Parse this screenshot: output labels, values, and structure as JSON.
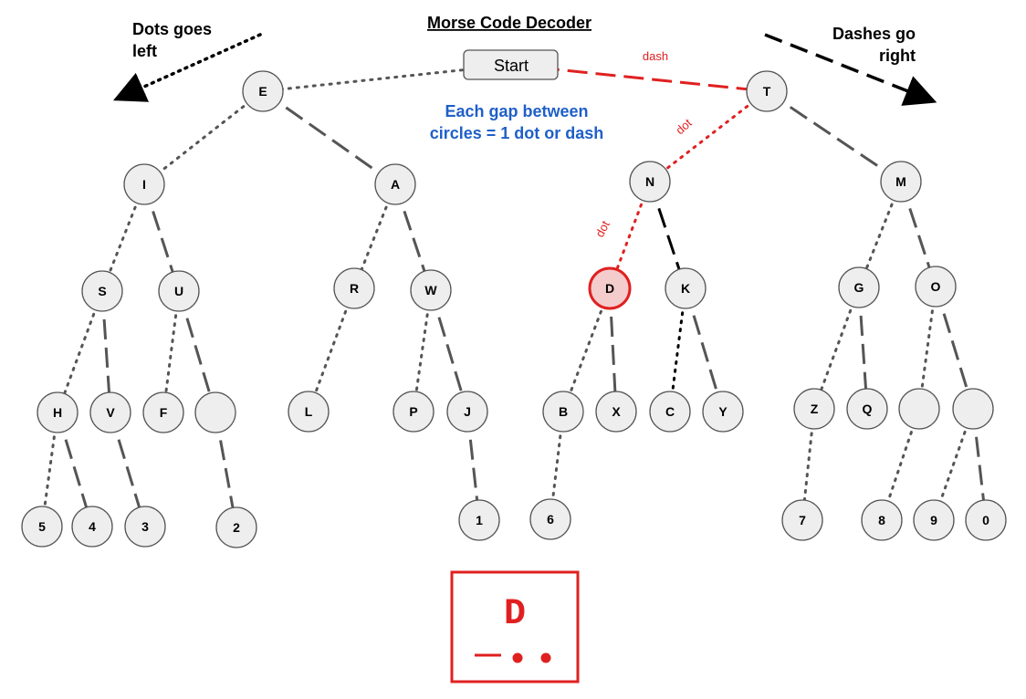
{
  "title": "Morse Code Decoder",
  "start_label": "Start",
  "note_lines": [
    "Each gap between",
    "circles = 1 dot or dash"
  ],
  "dots_note_lines": [
    "Dots goes",
    "left"
  ],
  "dashes_note_lines": [
    "Dashes go",
    "right"
  ],
  "edge_labels": {
    "dash": "dash",
    "dot1": "dot",
    "dot2": "dot"
  },
  "colors": {
    "highlight": "#e02020",
    "note": "#1f5fc8",
    "edge": "#555555",
    "node_fill": "#eeeeee"
  },
  "nodes": [
    {
      "id": "E",
      "label": "E"
    },
    {
      "id": "T",
      "label": "T"
    },
    {
      "id": "I",
      "label": "I"
    },
    {
      "id": "A",
      "label": "A"
    },
    {
      "id": "N",
      "label": "N"
    },
    {
      "id": "M",
      "label": "M"
    },
    {
      "id": "S",
      "label": "S"
    },
    {
      "id": "U",
      "label": "U"
    },
    {
      "id": "R",
      "label": "R"
    },
    {
      "id": "W",
      "label": "W"
    },
    {
      "id": "D",
      "label": "D",
      "highlight": true
    },
    {
      "id": "K",
      "label": "K"
    },
    {
      "id": "G",
      "label": "G"
    },
    {
      "id": "O",
      "label": "O"
    },
    {
      "id": "H",
      "label": "H"
    },
    {
      "id": "V",
      "label": "V"
    },
    {
      "id": "F",
      "label": "F"
    },
    {
      "id": "UE",
      "label": ""
    },
    {
      "id": "L",
      "label": "L"
    },
    {
      "id": "P",
      "label": "P"
    },
    {
      "id": "J",
      "label": "J"
    },
    {
      "id": "B",
      "label": "B"
    },
    {
      "id": "X",
      "label": "X"
    },
    {
      "id": "C",
      "label": "C"
    },
    {
      "id": "Y",
      "label": "Y"
    },
    {
      "id": "Z",
      "label": "Z"
    },
    {
      "id": "Q",
      "label": "Q"
    },
    {
      "id": "OE1",
      "label": ""
    },
    {
      "id": "OE2",
      "label": ""
    },
    {
      "id": "5",
      "label": "5"
    },
    {
      "id": "4",
      "label": "4"
    },
    {
      "id": "3",
      "label": "3"
    },
    {
      "id": "2",
      "label": "2"
    },
    {
      "id": "1",
      "label": "1"
    },
    {
      "id": "6",
      "label": "6"
    },
    {
      "id": "7",
      "label": "7"
    },
    {
      "id": "8",
      "label": "8"
    },
    {
      "id": "9",
      "label": "9"
    },
    {
      "id": "0",
      "label": "0"
    }
  ],
  "edges": [
    {
      "from": "Start",
      "to": "E",
      "type": "dot"
    },
    {
      "from": "Start",
      "to": "T",
      "type": "dash",
      "highlight": true
    },
    {
      "from": "E",
      "to": "I",
      "type": "dot"
    },
    {
      "from": "E",
      "to": "A",
      "type": "dash"
    },
    {
      "from": "T",
      "to": "N",
      "type": "dot",
      "highlight": true
    },
    {
      "from": "T",
      "to": "M",
      "type": "dash"
    },
    {
      "from": "I",
      "to": "S",
      "type": "dot"
    },
    {
      "from": "I",
      "to": "U",
      "type": "dash"
    },
    {
      "from": "A",
      "to": "R",
      "type": "dot"
    },
    {
      "from": "A",
      "to": "W",
      "type": "dash"
    },
    {
      "from": "N",
      "to": "D",
      "type": "dot",
      "highlight": true
    },
    {
      "from": "N",
      "to": "K",
      "type": "dash",
      "dark": true
    },
    {
      "from": "M",
      "to": "G",
      "type": "dot"
    },
    {
      "from": "M",
      "to": "O",
      "type": "dash"
    },
    {
      "from": "S",
      "to": "H",
      "type": "dot"
    },
    {
      "from": "S",
      "to": "V",
      "type": "dash"
    },
    {
      "from": "U",
      "to": "F",
      "type": "dot"
    },
    {
      "from": "U",
      "to": "UE",
      "type": "dash"
    },
    {
      "from": "R",
      "to": "L",
      "type": "dot"
    },
    {
      "from": "W",
      "to": "P",
      "type": "dot"
    },
    {
      "from": "W",
      "to": "J",
      "type": "dash"
    },
    {
      "from": "D",
      "to": "B",
      "type": "dot"
    },
    {
      "from": "D",
      "to": "X",
      "type": "dash"
    },
    {
      "from": "K",
      "to": "C",
      "type": "dot",
      "dark": true
    },
    {
      "from": "K",
      "to": "Y",
      "type": "dash"
    },
    {
      "from": "G",
      "to": "Z",
      "type": "dot"
    },
    {
      "from": "G",
      "to": "Q",
      "type": "dash"
    },
    {
      "from": "O",
      "to": "OE1",
      "type": "dot"
    },
    {
      "from": "O",
      "to": "OE2",
      "type": "dash"
    },
    {
      "from": "H",
      "to": "5",
      "type": "dot"
    },
    {
      "from": "H",
      "to": "4",
      "type": "dash"
    },
    {
      "from": "V",
      "to": "3",
      "type": "dash"
    },
    {
      "from": "UE",
      "to": "2",
      "type": "dash"
    },
    {
      "from": "J",
      "to": "1",
      "type": "dash"
    },
    {
      "from": "B",
      "to": "6",
      "type": "dot"
    },
    {
      "from": "Z",
      "to": "7",
      "type": "dot"
    },
    {
      "from": "OE1",
      "to": "8",
      "type": "dot"
    },
    {
      "from": "OE2",
      "to": "9",
      "type": "dot"
    },
    {
      "from": "OE2",
      "to": "0",
      "type": "dash"
    }
  ],
  "result": {
    "letter": "D",
    "code": "dash dot dot"
  }
}
